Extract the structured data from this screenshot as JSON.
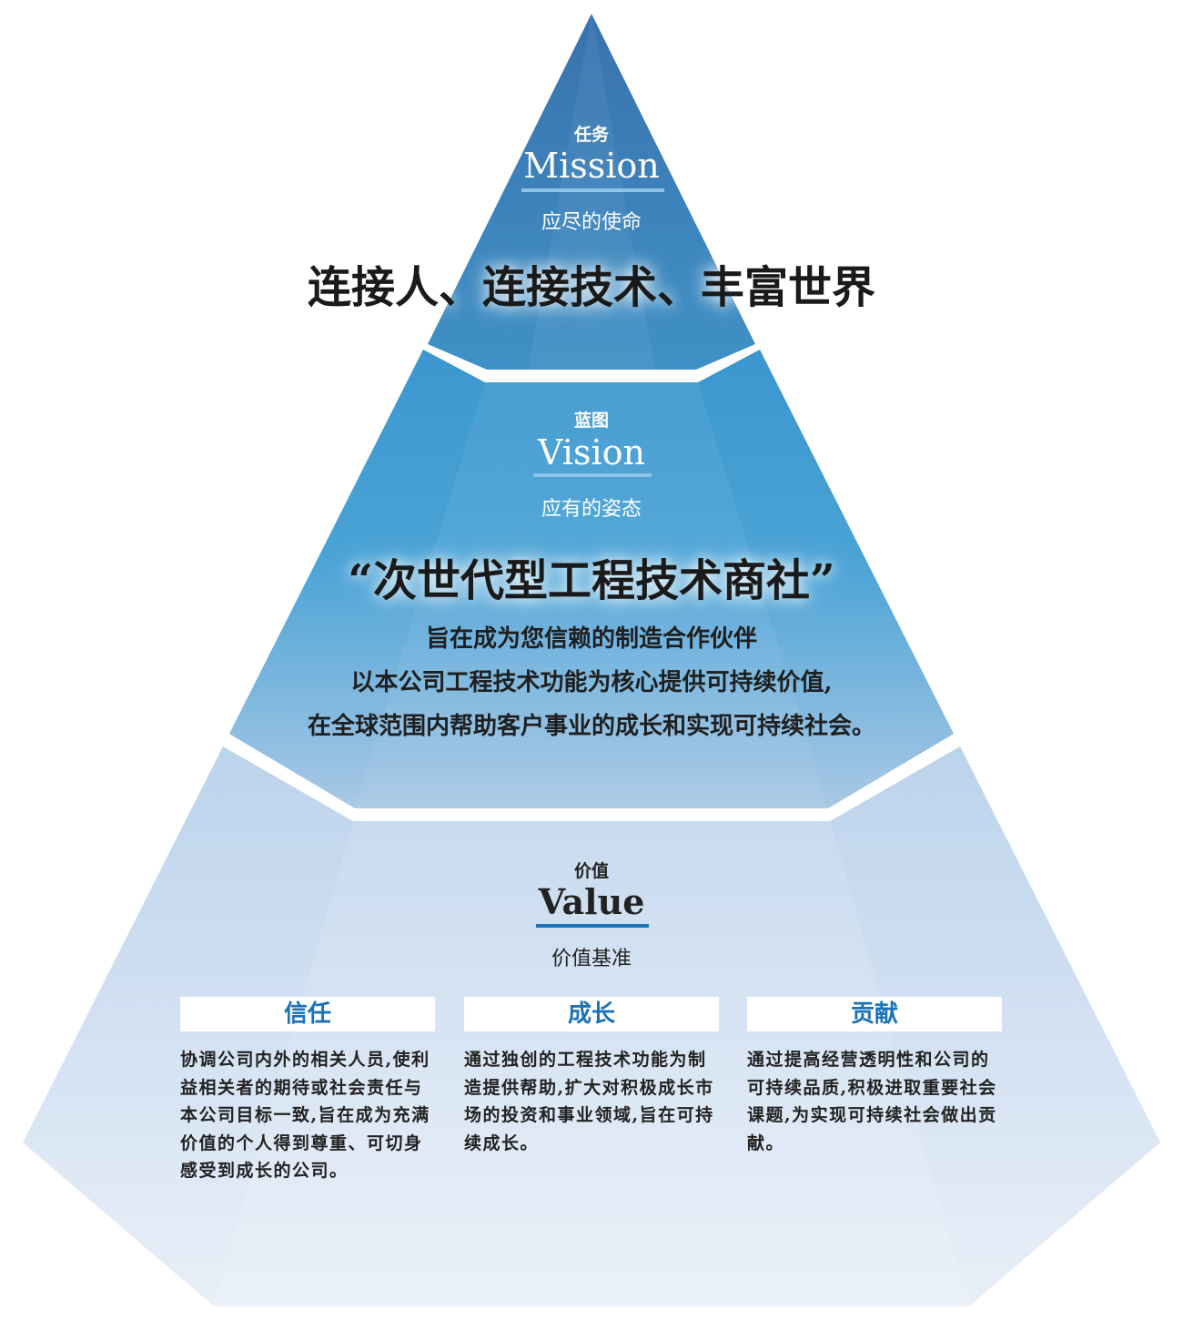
{
  "mission": {
    "label_cn": "任务",
    "label_en": "Mission",
    "sub": "应尽的使命",
    "statement": "连接人、连接技术、丰富世界"
  },
  "vision": {
    "label_cn": "蓝图",
    "label_en": "Vision",
    "sub": "应有的姿态",
    "statement": "“次世代型工程技术商社”",
    "lines": [
      "旨在成为您信赖的制造合作伙伴",
      "以本公司工程技术功能为核心提供可持续价值,",
      "在全球范围内帮助客户事业的成长和实现可持续社会。"
    ]
  },
  "value": {
    "label_cn": "价值",
    "label_en": "Value",
    "sub": "价值基准",
    "items": [
      {
        "title": "信任",
        "text": "协调公司内外的相关人员,使利益相关者的期待或社会责任与本公司目标一致,旨在成为充满价值的个人得到尊重、可切身感受到成长的公司。"
      },
      {
        "title": "成长",
        "text": "通过独创的工程技术功能为制造提供帮助,扩大对积极成长市场的投资和事业领域,旨在可持续成长。"
      },
      {
        "title": "贡献",
        "text": "通过提高经营透明性和公司的可持续品质,积极进取重要社会课题,为实现可持续社会做出贡献。"
      }
    ]
  },
  "colors": {
    "accent": "#1a73b8",
    "rule_light": "#8fc4ea"
  }
}
